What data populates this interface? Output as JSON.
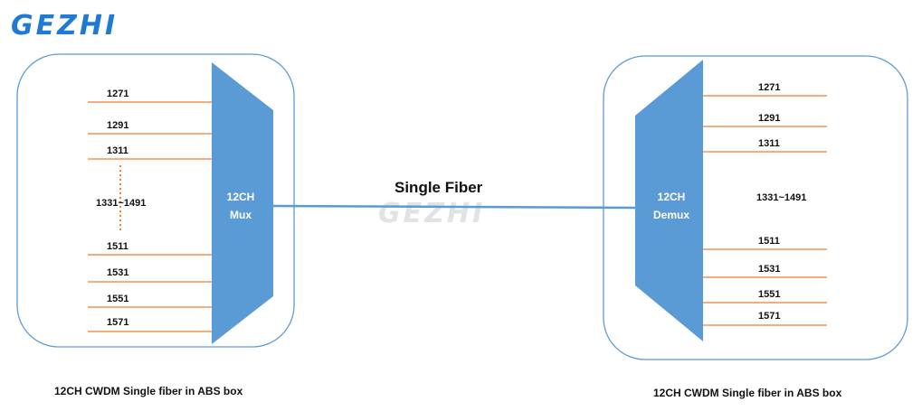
{
  "logo": {
    "text": "GEZHI",
    "color": "#1e7ad2"
  },
  "watermark": {
    "text": "GEZHI"
  },
  "fiber": {
    "label": "Single Fiber"
  },
  "mux": {
    "line1": "12CH",
    "line2": "Mux",
    "channels": [
      "1271",
      "1291",
      "1311",
      "1331~1491",
      "1511",
      "1531",
      "1551",
      "1571"
    ],
    "caption": "12CH CWDM Single fiber in ABS box"
  },
  "demux": {
    "line1": "12CH",
    "line2": "Demux",
    "channels": [
      "1271",
      "1291",
      "1311",
      "1331~1491",
      "1511",
      "1531",
      "1551",
      "1571"
    ],
    "caption": "12CH CWDM Single fiber in ABS box"
  },
  "colors": {
    "box_stroke": "#5b9bd5",
    "trapezoid_fill": "#5b9bd5",
    "fiber_line": "#5b9bd5",
    "channel_line": "#ed7d31"
  }
}
